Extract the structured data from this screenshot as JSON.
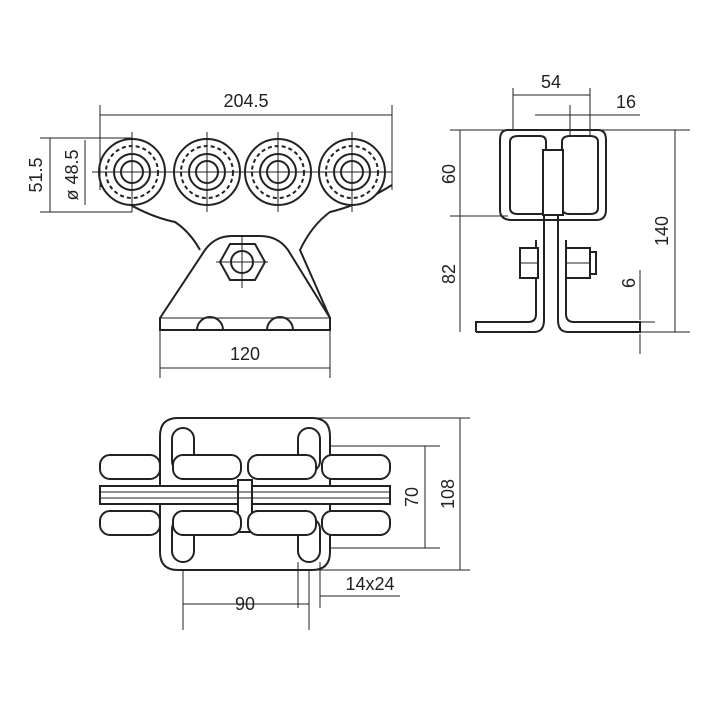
{
  "drawing": {
    "front_view": {
      "overall_width": "204.5",
      "height": "51.5",
      "wheel_diameter": "ø 48.5",
      "base_width": "120"
    },
    "side_view": {
      "top_width": "54",
      "wheel_width": "16",
      "wheel_height": "60",
      "total_height": "140",
      "lower_height": "82",
      "plate_thickness": "6"
    },
    "top_view": {
      "outer_height": "108",
      "inner_height": "70",
      "hole_spacing": "90",
      "slot_size": "14x24"
    }
  }
}
